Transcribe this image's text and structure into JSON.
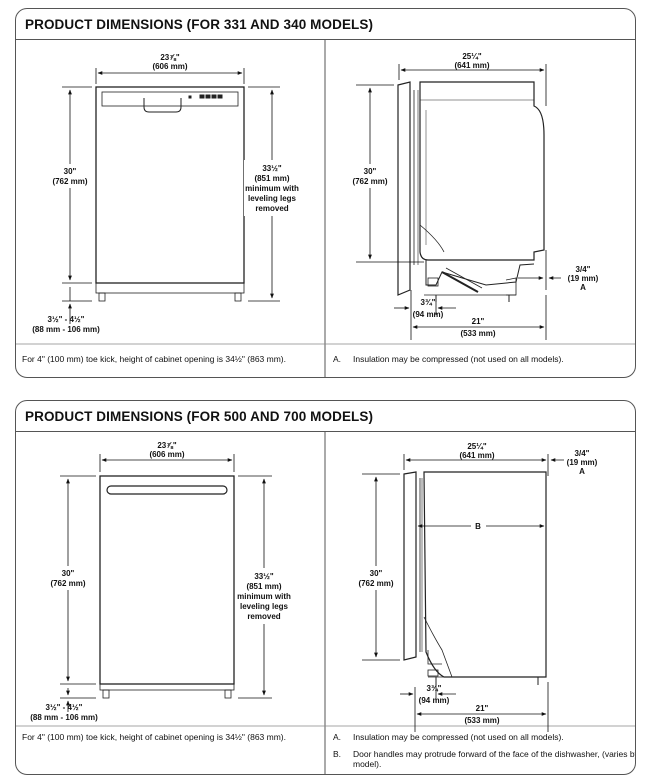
{
  "panels": [
    {
      "title": "PRODUCT DIMENSIONS (FOR 331 AND 340 MODELS)",
      "front": {
        "width_in": "23⅞\"",
        "width_mm": "(606 mm)",
        "height_in": "30\"",
        "height_mm": "(762 mm)",
        "min_in": "33½\"",
        "min_mm": "(851 mm)",
        "min_l1": "minimum with",
        "min_l2": "leveling legs",
        "min_l3": "removed",
        "legs_in": "3½\" - 4½\"",
        "legs_mm": "(88 mm - 106 mm)"
      },
      "side": {
        "depth_in": "25¼\"",
        "depth_mm": "(641 mm)",
        "height_in": "30\"",
        "height_mm": "(762 mm)",
        "a_in": "3/4\"",
        "a_mm": "(19 mm)",
        "a_label": "A",
        "toe_in": "3¾\"",
        "toe_mm": "(94 mm)",
        "base_in": "21\"",
        "base_mm": "(533 mm)"
      },
      "footnote": "For 4\" (100 mm) toe kick, height of cabinet opening is 34½\" (863 mm).",
      "notes": [
        {
          "label": "A.",
          "text": "Insulation may be compressed (not used on all models)."
        }
      ]
    },
    {
      "title": "PRODUCT DIMENSIONS (FOR 500 AND 700 MODELS)",
      "front": {
        "width_in": "23⅞\"",
        "width_mm": "(606 mm)",
        "height_in": "30\"",
        "height_mm": "(762 mm)",
        "min_in": "33½\"",
        "min_mm": "(851 mm)",
        "min_l1": "minimum with",
        "min_l2": "leveling legs",
        "min_l3": "removed",
        "legs_in": "3½\" - 4½\"",
        "legs_mm": "(88 mm - 106 mm)"
      },
      "side": {
        "depth_in": "25¼\"",
        "depth_mm": "(641 mm)",
        "height_in": "30\"",
        "height_mm": "(762 mm)",
        "a_in": "3/4\"",
        "a_mm": "(19 mm)",
        "a_label": "A",
        "b_label": "B",
        "toe_in": "3¾\"",
        "toe_mm": "(94 mm)",
        "base_in": "21\"",
        "base_mm": "(533 mm)"
      },
      "footnote": "For 4\" (100 mm) toe kick, height of cabinet opening is 34½\" (863 mm).",
      "notes": [
        {
          "label": "A.",
          "text": "Insulation may be compressed (not used on all models)."
        },
        {
          "label": "B.",
          "text": "Door handles may protrude forward of the face of the dishwasher, (varies by model)."
        }
      ]
    }
  ]
}
